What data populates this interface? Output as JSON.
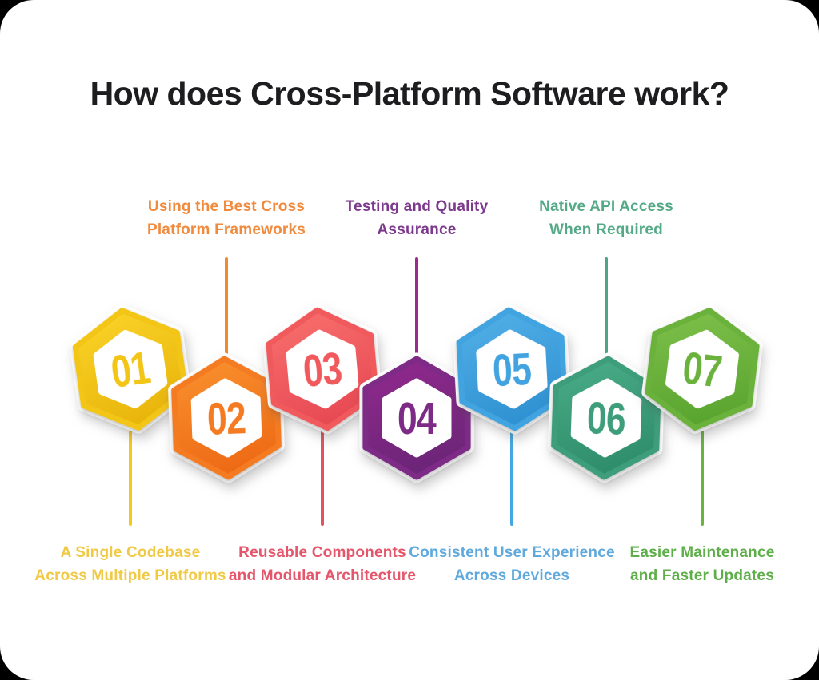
{
  "title": "How does Cross-Platform Software work?",
  "canvas": {
    "background": "#ffffff",
    "page_background": "#000000",
    "title_color": "#1d1d1f"
  },
  "steps": [
    {
      "number": "01",
      "label_line1": "A Single Codebase",
      "label_line2": "Across Multiple Platforms",
      "label_position": "bottom",
      "colors": {
        "main": "#F3C516",
        "light": "#FBD429",
        "dark": "#E9B60D",
        "label": "#F0C945",
        "line": "#F5C81C"
      }
    },
    {
      "number": "02",
      "label_line1": "Using the Best Cross",
      "label_line2": "Platform Frameworks",
      "label_position": "top",
      "colors": {
        "main": "#F47B21",
        "light": "#F9922F",
        "dark": "#EE6B15",
        "label": "#F08A3D",
        "line": "#F28A2B"
      }
    },
    {
      "number": "03",
      "label_line1": "Reusable Components",
      "label_line2": "and Modular Architecture",
      "label_position": "bottom",
      "colors": {
        "main": "#F15A5D",
        "light": "#F8716E",
        "dark": "#E84A54",
        "label": "#E4566B",
        "line": "#E05460"
      }
    },
    {
      "number": "04",
      "label_line1": "Testing and Quality",
      "label_line2": "Assurance",
      "label_position": "top",
      "colors": {
        "main": "#7D2B87",
        "light": "#93298F",
        "dark": "#6C2578",
        "label": "#7D3A8D",
        "line": "#9C2B8F"
      }
    },
    {
      "number": "05",
      "label_line1": "Consistent User Experience",
      "label_line2": "Across Devices",
      "label_position": "bottom",
      "colors": {
        "main": "#41A3DF",
        "light": "#54B1E8",
        "dark": "#3092D2",
        "label": "#5FA9DC",
        "line": "#45A7E2"
      }
    },
    {
      "number": "06",
      "label_line1": "Native API Access",
      "label_line2": "When Required",
      "label_position": "top",
      "colors": {
        "main": "#3E9D7B",
        "light": "#4BAD89",
        "dark": "#2F8E6B",
        "label": "#54A987",
        "line": "#4CA583"
      }
    },
    {
      "number": "07",
      "label_line1": "Easier Maintenance",
      "label_line2": "and Faster Updates",
      "label_position": "bottom",
      "colors": {
        "main": "#6BB23C",
        "light": "#80C24C",
        "dark": "#5AA530",
        "label": "#5EAE49",
        "line": "#6AB33F"
      }
    }
  ]
}
